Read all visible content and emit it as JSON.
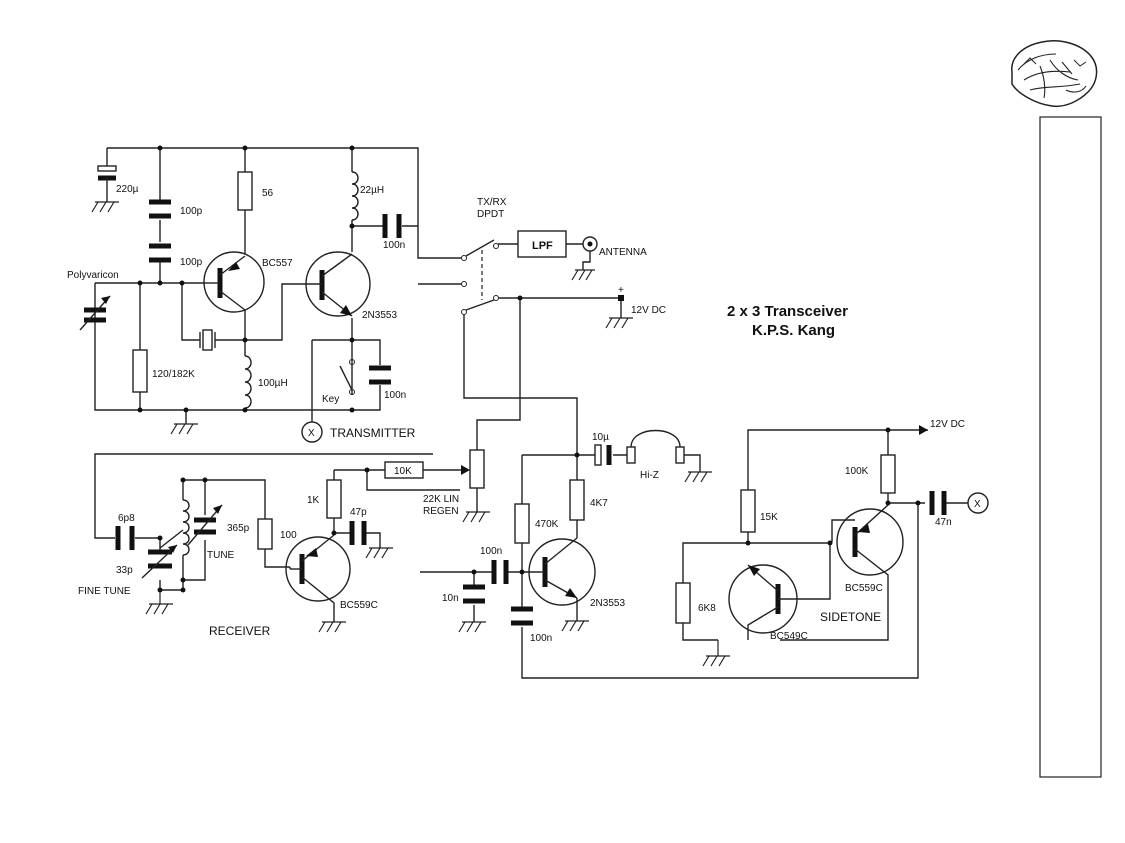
{
  "title": {
    "line1": "2 x 3 Transceiver",
    "line2": "K.P.S. Kang"
  },
  "sections": {
    "transmitter": "TRANSMITTER",
    "receiver": "RECEIVER",
    "sidetone": "SIDETONE"
  },
  "labels": {
    "c220u": "220µ",
    "c100p_a": "100p",
    "c100p_b": "100p",
    "r56": "56",
    "l22uh": "22µH",
    "bc557": "BC557",
    "t2n3553_a": "2N3553",
    "c100n_a": "100n",
    "switch_top": "TX/RX",
    "switch_bot": "DPDT",
    "lpf": "LPF",
    "antenna": "ANTENNA",
    "v12_a": "12V DC",
    "plus": "+",
    "polyvaricon": "Polyvaricon",
    "r120": "120/182K",
    "l100uh": "100µH",
    "key": "Key",
    "c100n_b": "100n",
    "x": "X",
    "c6p8": "6p8",
    "c33p": "33p",
    "fine_tune": "FINE TUNE",
    "c365p": "365p",
    "tune": "TUNE",
    "r100": "100",
    "r1k": "1K",
    "c47p": "47p",
    "r10k": "10K",
    "bc559c_a": "BC559C",
    "r22k_a": "22K LIN",
    "r22k_b": "REGEN",
    "c100n_c": "100n",
    "c10n": "10n",
    "r470k": "470K",
    "r4k7": "4K7",
    "c10u": "10µ",
    "hiz": "Hi-Z",
    "t2n3553_b": "2N3553",
    "c100n_d": "100n",
    "v12_b": "12V DC",
    "r100k": "100K",
    "c47n": "47n",
    "r15k": "15K",
    "bc559c_b": "BC559C",
    "r6k8": "6K8",
    "bc549c": "BC549C"
  }
}
